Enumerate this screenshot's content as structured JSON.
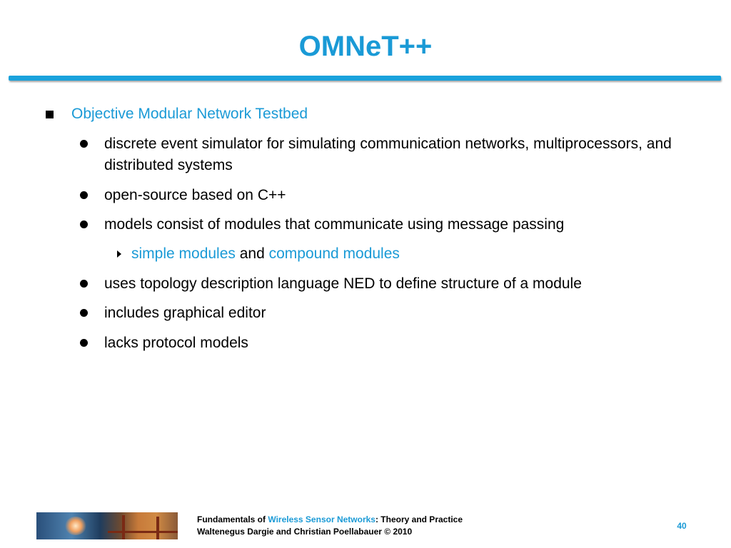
{
  "title": "OMNeT++",
  "level1": {
    "text": "Objective Modular Network Testbed"
  },
  "bullets": [
    "discrete event simulator for simulating communication networks, multiprocessors, and distributed systems",
    "open-source based on C++",
    "models consist of modules that communicate using message passing",
    "uses topology description language NED to define structure of a module",
    "includes graphical editor",
    "lacks protocol models"
  ],
  "sub_bullet": {
    "part1": "simple modules",
    "part2": " and ",
    "part3": "compound modules"
  },
  "footer": {
    "line1_prefix": "Fundamentals of ",
    "line1_highlight": "Wireless Sensor Networks",
    "line1_suffix": ": Theory and Practice",
    "line2": "Waltenegus Dargie and Christian Poellabauer © 2010",
    "page_number": "40"
  },
  "colors": {
    "accent": "#1a9ad6",
    "rule": "#1aa2dc",
    "text": "#000000",
    "background": "#ffffff"
  }
}
